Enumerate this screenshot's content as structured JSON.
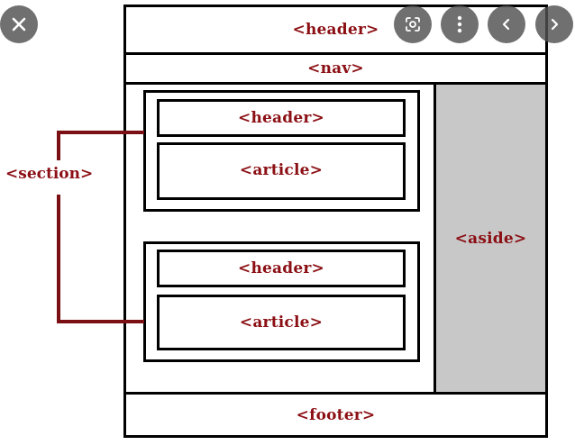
{
  "diagram": {
    "page_header": "<header>",
    "nav": "<nav>",
    "section_label": "<section>",
    "article_group_1": {
      "header": "<header>",
      "article": "<article>"
    },
    "article_group_2": {
      "header": "<header>",
      "article": "<article>"
    },
    "aside": "<aside>",
    "footer": "<footer>"
  },
  "colors": {
    "label_text": "#8b0f14",
    "connector": "#7a0f14",
    "aside_fill": "#c8c8c8",
    "border": "#000000"
  },
  "controls": {
    "close_icon": "close-icon",
    "lens_icon": "google-lens-icon",
    "more_icon": "more-vertical-icon",
    "prev_icon": "chevron-left-icon",
    "next_icon": "chevron-right-icon"
  }
}
